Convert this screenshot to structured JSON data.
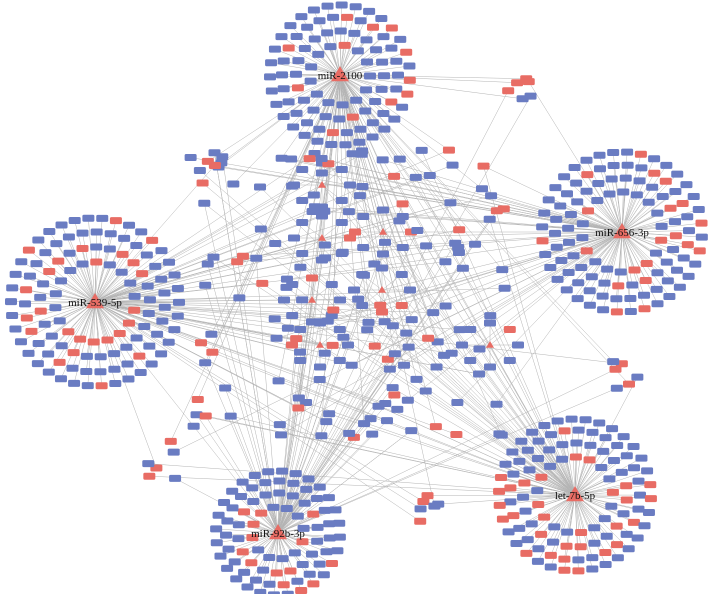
{
  "network": {
    "colors": {
      "mrna": "#6a7cc2",
      "lncrna": "#e86c64",
      "edge": "#b4b4b4",
      "hub": "#e86c64"
    },
    "hubs": [
      {
        "id": "h1",
        "label": "miR-2100",
        "rings": [
          30,
          44,
          58,
          70
        ],
        "red_ratio": 0.2
      },
      {
        "id": "h2",
        "label": "miR-656-3p",
        "rings": [
          40,
          54,
          67,
          80
        ],
        "red_ratio": 0.2
      },
      {
        "id": "h3",
        "label": "miR-539-5p",
        "rings": [
          40,
          55,
          70,
          84
        ],
        "red_ratio": 0.22
      },
      {
        "id": "h4",
        "label": "let-7b-5p",
        "rings": [
          38,
          52,
          65,
          76
        ],
        "red_ratio": 0.25
      },
      {
        "id": "h5",
        "label": "miR-92b-3p",
        "rings": [
          26,
          40,
          52,
          62
        ],
        "red_ratio": 0.2
      }
    ],
    "central_nodes": 150,
    "minor_hubs": 7
  }
}
